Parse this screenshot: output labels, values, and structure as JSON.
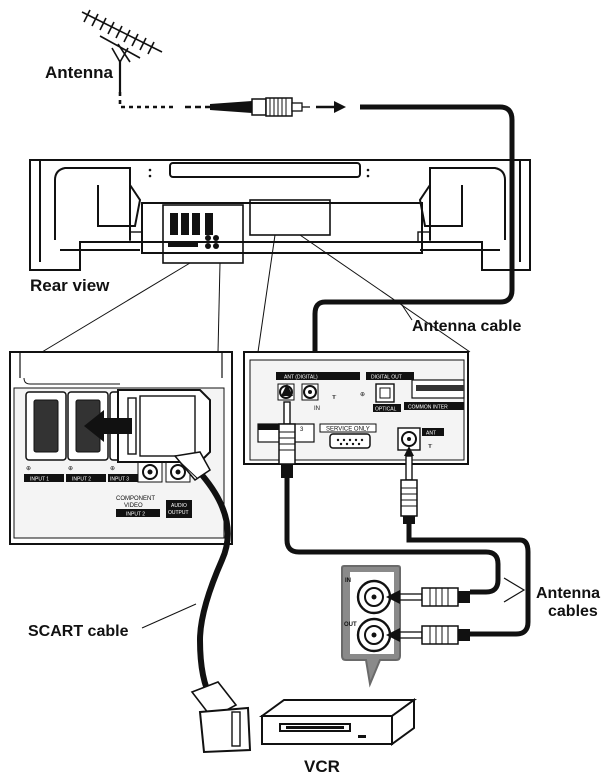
{
  "labels": {
    "antenna": "Antenna",
    "rear_view": "Rear view",
    "antenna_cable": "Antenna cable",
    "antenna_cables_line1": "Antenna",
    "antenna_cables_line2": "cables",
    "scart_cable": "SCART cable",
    "vcr": "VCR"
  },
  "left_panel": {
    "input1": "INPUT 1",
    "input2": "INPUT 2",
    "input3": "INPUT 3",
    "component_line1": "COMPONENT",
    "component_line2": "VIDEO",
    "component_input": "INPUT 2",
    "audio_line1": "AUDIO",
    "audio_line2": "OUTPUT"
  },
  "right_panel": {
    "ant_header": "ANT (DIGITAL)",
    "in_label": "IN",
    "digital_out": "DIGITAL OUT",
    "optical": "OPTICAL",
    "common_interface": "COMMON INTER",
    "service_only": "SERVICE ONLY",
    "ant_label": "ANT",
    "input3_short": "3"
  },
  "vcr_jacks": {
    "in_label": "IN",
    "out_label": "OUT"
  },
  "colors": {
    "line": "#111111",
    "panel_fill": "#f2f2f2",
    "callout_fill": "#8a8a8a",
    "dark_block": "#222222"
  }
}
